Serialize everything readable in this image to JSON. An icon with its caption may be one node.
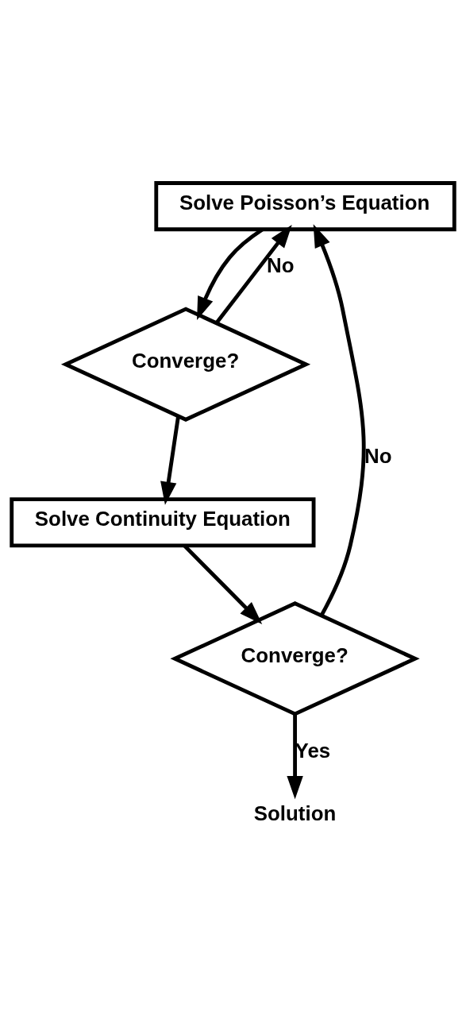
{
  "diagram": {
    "nodes": [
      {
        "text": [
          "Solve Poisson’s Equation"
        ]
      },
      {
        "text": [
          "Converge?"
        ]
      },
      {
        "text": [
          "Solve Continuity Equation"
        ]
      },
      {
        "text": [
          "Converge?"
        ]
      },
      {
        "text": [
          "Solution"
        ]
      }
    ],
    "edges": [
      {
        "from": 0,
        "to": 1,
        "arrow": "to"
      },
      {
        "from": 1,
        "to": 0,
        "arrow": "to",
        "label": "No"
      },
      {
        "from": 1,
        "to": 2,
        "arrow": "to"
      },
      {
        "from": 2,
        "to": 3,
        "arrow": "to"
      },
      {
        "from": 3,
        "to": 0,
        "arrow": "to",
        "label": "No"
      },
      {
        "from": 3,
        "to": 4,
        "arrow": "to",
        "label": "Yes"
      }
    ]
  }
}
